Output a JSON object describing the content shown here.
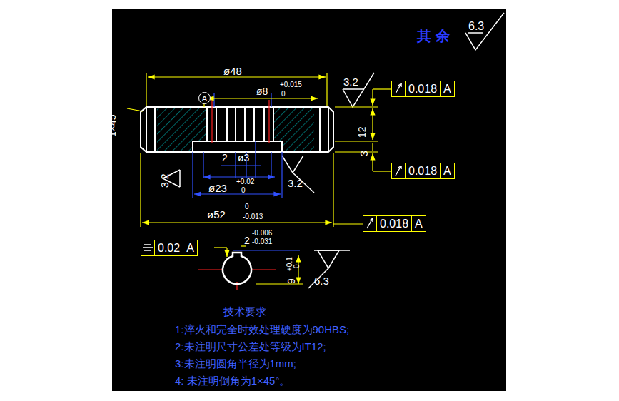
{
  "diagram": {
    "nodes": [
      {
        "text": [
          "0.018",
          "A"
        ]
      },
      {
        "text": [
          "A"
        ]
      },
      {
        "text": [
          "0.018",
          "A"
        ]
      },
      {
        "text": [
          "0.018",
          "A"
        ]
      },
      {
        "text": [
          "0.02",
          "A"
        ]
      }
    ],
    "labels": [
      "其 余",
      "6.3",
      "ø48",
      "ø8",
      "+0.015",
      "0",
      "3.2",
      "12",
      "3",
      "1×45°",
      "3.2",
      "2",
      "ø3",
      "ø23",
      "+0.02",
      "0",
      "3.2",
      "ø52",
      "0",
      "-0.013",
      "2",
      "-0.006",
      "-0.031",
      "9",
      "+0.1",
      "0",
      "6.3",
      "技术要求",
      "1:淬火和完全时效处理硬度为90HBS;",
      "2:未注明尺寸公差处等级为IT12;",
      "3:未注明圆角半径为1mm;",
      "4:  未注明倒角为1×45°。"
    ]
  }
}
